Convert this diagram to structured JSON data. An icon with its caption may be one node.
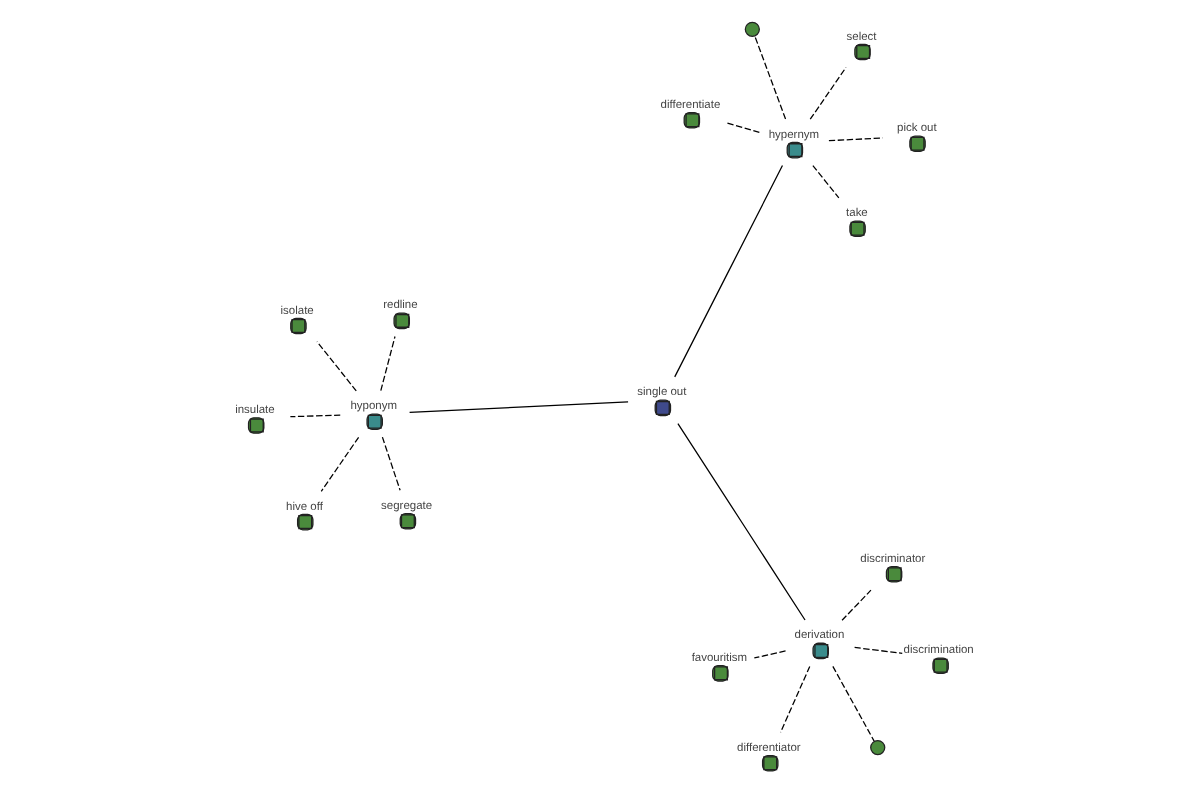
{
  "diagram": {
    "nodes": [
      {
        "text": [],
        "shape": "circle"
      },
      {
        "text": [
          "differentiator"
        ]
      },
      {
        "text": [],
        "shape": "circle"
      },
      {
        "text": [
          "differentiate"
        ]
      },
      {
        "text": [
          "take"
        ]
      },
      {
        "text": [
          "discriminator"
        ]
      },
      {
        "text": [
          "select"
        ]
      },
      {
        "text": [
          "hypernym"
        ]
      },
      {
        "text": [
          "derivation"
        ]
      },
      {
        "text": [
          "favouritism"
        ]
      },
      {
        "text": [
          "pick out"
        ]
      },
      {
        "text": [
          "discrimination"
        ]
      },
      {
        "text": [
          "single out"
        ]
      },
      {
        "text": [
          "hive off"
        ]
      },
      {
        "text": [
          "hyponym"
        ]
      },
      {
        "text": [
          "isolate"
        ]
      },
      {
        "text": [
          "insulate"
        ]
      },
      {
        "text": [
          "redline"
        ]
      },
      {
        "text": [
          "segregate"
        ]
      }
    ],
    "edges": [
      {
        "from": 12,
        "to": 7,
        "arrow": "none"
      },
      {
        "from": 12,
        "to": 8,
        "arrow": "none"
      },
      {
        "from": 12,
        "to": 14,
        "arrow": "none"
      },
      {
        "from": 7,
        "to": 0,
        "arrow": "none",
        "style": "dashed"
      },
      {
        "from": 7,
        "to": 3,
        "arrow": "none",
        "style": "dashed"
      },
      {
        "from": 7,
        "to": 4,
        "arrow": "none",
        "style": "dashed"
      },
      {
        "from": 7,
        "to": 6,
        "arrow": "none",
        "style": "dashed"
      },
      {
        "from": 7,
        "to": 10,
        "arrow": "none",
        "style": "dashed"
      },
      {
        "from": 8,
        "to": 1,
        "arrow": "none",
        "style": "dashed"
      },
      {
        "from": 8,
        "to": 2,
        "arrow": "none",
        "style": "dashed"
      },
      {
        "from": 8,
        "to": 5,
        "arrow": "none",
        "style": "dashed"
      },
      {
        "from": 8,
        "to": 9,
        "arrow": "none",
        "style": "dashed"
      },
      {
        "from": 8,
        "to": 11,
        "arrow": "none",
        "style": "dashed"
      },
      {
        "from": 14,
        "to": 13,
        "arrow": "none",
        "style": "dashed"
      },
      {
        "from": 14,
        "to": 15,
        "arrow": "none",
        "style": "dashed"
      },
      {
        "from": 14,
        "to": 16,
        "arrow": "none",
        "style": "dashed"
      },
      {
        "from": 14,
        "to": 18,
        "arrow": "none",
        "style": "dashed"
      },
      {
        "from": 14,
        "to": 17,
        "arrow": "none",
        "style": "dashed"
      }
    ]
  }
}
